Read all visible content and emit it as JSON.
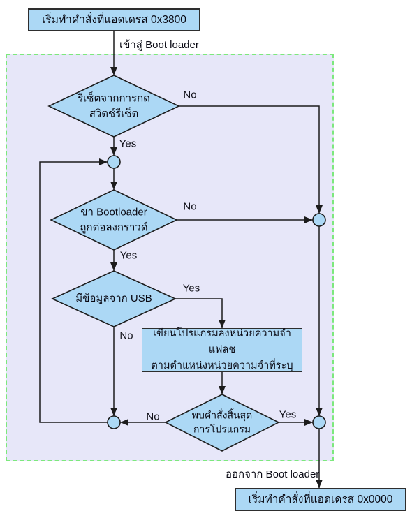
{
  "flowchart": {
    "start_box": {
      "label": "เริ่มทำคำสั่งที่แอดเดรส 0x3800"
    },
    "enter_edge": {
      "label": "เข้าสู่ Boot loader"
    },
    "decisions": {
      "reset": {
        "line1": "รีเซ็ตจากการกด",
        "line2": "สวิตช์รีเซ็ต"
      },
      "bootloader_pin": {
        "line1": "ขา Bootloader",
        "line2": "ถูกต่อลงกราวด์"
      },
      "usb_data": {
        "line1": "มีข้อมูลจาก USB"
      },
      "end_command": {
        "line1": "พบคำสั่งสิ้นสุด",
        "line2": "การโปรแกรม"
      }
    },
    "process_write_flash": {
      "line1": "เขียนโปรแกรมลงหน่วยความจำแฟลช",
      "line2": "ตามตำแหน่งหน่วยความจำที่ระบุ"
    },
    "exit_edge": {
      "label": "ออกจาก Boot loader"
    },
    "end_box": {
      "label": "เริ่มทำคำสั่งที่แอดเดรส 0x0000"
    },
    "branch_labels": {
      "yes": "Yes",
      "no": "No"
    },
    "colors": {
      "node_fill": "#ACD8F5",
      "node_border": "#1c1c1c",
      "line_color": "#1c1c1c",
      "container_fill": "#E7E7F9",
      "container_border": "#7DE87D",
      "text_color": "#0a0a14"
    }
  }
}
